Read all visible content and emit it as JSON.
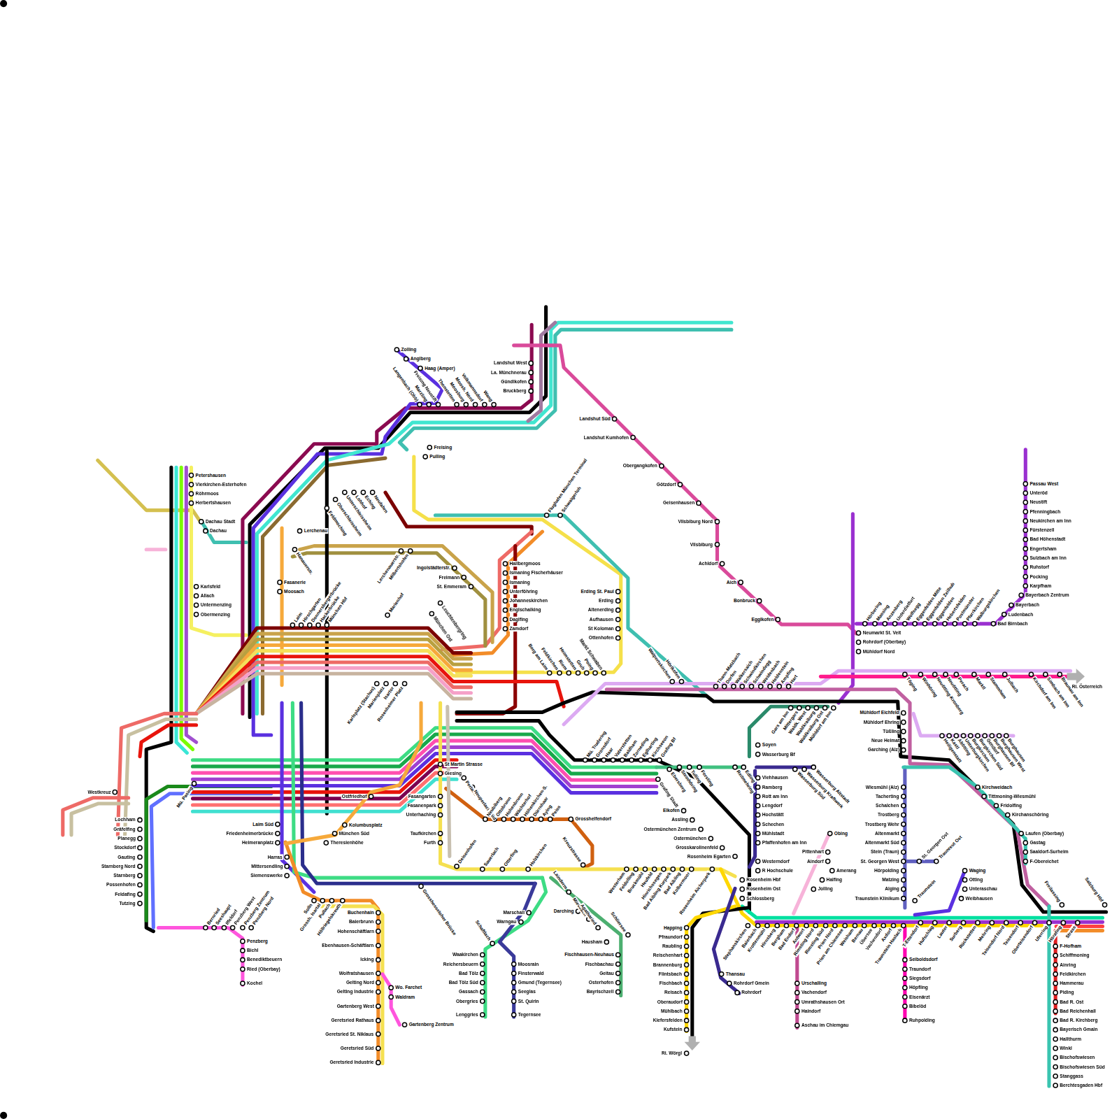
{
  "diagram": {
    "labels": [
      "Zolling",
      "Anglberg",
      "Haag (Amper)",
      "Langenbach (Obb)",
      "Marzling",
      "Freising Neustift",
      "Thonstetten",
      "Moosburg",
      "Moosb. Nord",
      "Volkmannsdorf",
      "Wang",
      "Landshut West",
      "La. Münchnerau",
      "Gündlkofen",
      "Bruckberg",
      "Freising",
      "Pulling",
      "Landshut Süd",
      "Landshut Kumhofen",
      "Obergangkofen",
      "Götzdorf",
      "Geisenhausen",
      "Vilsbiburg Nord",
      "Vilsbiburg",
      "Achldorf",
      "Aich",
      "Bonbruck",
      "Egglkofen",
      "Passau West",
      "Unteröd",
      "Neustift",
      "Pfenningbach",
      "Neukirchen am Inn",
      "Fürstenzell",
      "Bad Höhenstadt",
      "Engertsham",
      "Sulzbach am Inn",
      "Ruhstorf",
      "Pocking",
      "Karpfham",
      "Bayerbach Zentrum",
      "Bayerbach",
      "Ludenbach",
      "Bad Birnbach",
      "Hörbering",
      "Massing",
      "Anzenberg",
      "Unterdietfurt",
      "Wolfsegg",
      "Eggenfelden Mitte",
      "Eggenfelden Zeilhub",
      "Eggenfelden",
      "Hebertsfelden",
      "Postmünster",
      "Pfarrkirchen",
      "Walburgskirchen",
      "Neumarkt St. Veit",
      "Rohrdorf (Oberbay)",
      "Mühldorf Nord",
      "Töging",
      "Winhöring",
      "Neuötting-Kronberg",
      "Neuötting",
      "Perach",
      "Marktl",
      "Stammham",
      "Julbach",
      "Kirchdorf am Inn",
      "Simbach am Inn",
      "Braunau am Inn",
      "Ri. Österreich",
      "Heiligenstatt",
      "Kastl",
      "Altötting",
      "Unterburgkirchen",
      "Burgkirchen",
      "Burgkirchen Süd",
      "Gendorf",
      "Burghausen Bf",
      "Burghausen West",
      "Burghausen",
      "Mühldorf Eichfeld",
      "Mühldorf Ehring",
      "Tüßling",
      "Neue Heimat",
      "Garching (Alz)",
      "Wiesmühl (Alz)",
      "Tacherting",
      "Schalchen",
      "Trostberg",
      "Trostberg Wehr",
      "Altenmarkt",
      "Altenmarkt Süd",
      "Stein (Traun)",
      "St. Georgen West",
      "Hörpolding",
      "Matzing",
      "Alging",
      "Traunstein Klinikum",
      "St. Georgen Ost",
      "Traunreut Ost",
      "Waging",
      "Otting",
      "Unteraschau",
      "Weibhausen",
      "Traunstein",
      "Kirchweidach",
      "Tittmoning-Wiesmühl",
      "Fridolfing",
      "Kirchanschöring",
      "Laufen (Oberbay)",
      "Gastag",
      "Saaldorf-Surheim",
      "F-Obereichet",
      "F-Hofham",
      "Schiffmoning",
      "Ainring",
      "Feldkirchen",
      "Hammerau",
      "Piding",
      "Bad R. Ost",
      "Bad Reichenhall",
      "Bad R. Kirchberg",
      "Bayerisch Gmain",
      "Hallthurm",
      "Winkl",
      "Bischofswiesen",
      "Bischofswiesen Süd",
      "Stanggass",
      "Berchtesgaden Hbf",
      "Freilassing",
      "Salzburg Hbf",
      "T-Ettendorf",
      "Hufschlag",
      "Lauter",
      "Surberg",
      "Rückstetten",
      "Mehring",
      "Teisendorf Nord",
      "Teisendorf",
      "Oberteisendorf",
      "Uferring",
      "Hörafing",
      "Strass",
      "Stephanskirchen",
      "Baierbach",
      "Krottenmühl",
      "Hirnsberg",
      "Bergham",
      "Bad Endorf",
      "Antwort",
      "Rimsting Nord",
      "Rimsting Süd",
      "Prien Nord",
      "Prien am Chiemsee",
      "Weisham",
      "Bernau",
      "Übersee",
      "Vachendorf",
      "Axdorf",
      "Traunstein Haslach",
      "Urschalling",
      "Vachendorf",
      "Umrathshausen Ort",
      "Haindorf",
      "Aschau im Chiemgau",
      "Seiboldsdorf",
      "Traundorf",
      "Siegsdorf",
      "Höpfling",
      "Eisenärzt",
      "Bibelöd",
      "Ruhpolding",
      "Obing",
      "Pittenhart",
      "Aindorf",
      "Amerang",
      "Halfing",
      "Jolling",
      "Soyen",
      "Wasserburg Bf",
      "Viehhausen",
      "Ramberg",
      "Rott am Inn",
      "Lengdorf",
      "Hochstätt",
      "Schechen",
      "Mühlstadt",
      "Pfaffenhofen am Inn",
      "Westerndorf",
      "R Hochschule",
      "Rosenheim Hbf",
      "Rosenheim Ost",
      "Schlossberg",
      "Wasserburg Süd",
      "Wasserburg Kraftwerk",
      "Wasserburg Altstadt",
      "Walpertskirchen",
      "Hörlkofen",
      "Thann-Matzbach",
      "Dorfen",
      "Walkersaich",
      "Schwindkirchen",
      "Schwindegg",
      "Weidenbach",
      "Heldenstein",
      "Ampfing",
      "Hart",
      "Gars am Inn",
      "Mittergars",
      "Waldk. West",
      "Waldkraiburg",
      "Waldkraiburg Ost",
      "Mühldorf am Inn",
      "Mü. Trudering",
      "Gronsdorf",
      "Haar",
      "Vaterstetten",
      "Baldham",
      "Zorneding",
      "Eglharting",
      "Kirchseeon",
      "Grafing Bf",
      "Grafing Stadt",
      "Ebersberg",
      "Steinhöring",
      "Tulling",
      "Forsting",
      "Reitmehring",
      "Edling",
      "Elkofen",
      "Assling",
      "Ostermünchen Zentrum",
      "Ostermünchen",
      "Grosskarolinenfeld",
      "Rosenheim Egarten",
      "Westerham",
      "Feldolling",
      "Bruckmühl",
      "Heufeld",
      "Hinrichssegen",
      "Bad Aibling Kurpark",
      "Bad Aibling",
      "Kolbermoor",
      "Rosenheim Aicherpark",
      "Happing",
      "Pfraundorf",
      "Raubling",
      "Reischenhart",
      "Brannenburg",
      "Flintsbach",
      "Fischbach",
      "Reisach",
      "Oberaudorf",
      "Mühlbach",
      "Kiefersfelden",
      "Kufstein",
      "Ri. Wörgl",
      "Thansau",
      "Rohrdorf Gmein",
      "Rohrdorf",
      "Fischhausen-Neuhaus",
      "Fischbachau",
      "Geitau",
      "Osterhofen",
      "Bayrischzell",
      "Lainderm",
      "Miesbach",
      "Agatharied",
      "Schliersee",
      "Darching",
      "Hausham",
      "Waakirchen",
      "Reichersbeuern",
      "Bad Tölz",
      "Bad Tölz Süd",
      "Gassach",
      "Obergries",
      "Lenggries",
      "Moosrain",
      "Finsterwald",
      "Gmund (Tegernsee)",
      "Seeglas",
      "St. Quirin",
      "Tegernsee",
      "Marschall",
      "Warngau",
      "Schaftlach",
      "Deisenhofen",
      "Sauerlach",
      "Otterfing",
      "Holzkirchen",
      "Grosshesseloher Brücke",
      "St Martin Strasse",
      "Giesing",
      "Fasangarten",
      "Fasanenpark",
      "Unterhaching",
      "Taufkirchen",
      "Furth",
      "Perlach",
      "Neuperlach Süd",
      "Neubiberg",
      "Ottobrunn",
      "Hohenbrunn",
      "Wächterhof",
      "Höhenkirchen-S.",
      "Dürrnhaar",
      "Aying",
      "Peiss",
      "Grosshelfendorf",
      "Kreuzstrasse",
      "Buchenhain",
      "Baierbrunn",
      "Hohenschäftlarn",
      "Ebenhausen-Schäftlarn",
      "Icking",
      "Wolfratshausen",
      "Gelting Nord",
      "Gelting Industrie",
      "Gartenberg West",
      "Geretsried Rathaus",
      "Geretsried St. Niklaus",
      "Geretsried Süd",
      "Geretsried Industrie",
      "Wo. Farchet",
      "Waldram",
      "Gartenberg Zentrum",
      "Solln",
      "Grossh. Isartal",
      "Pullach",
      "Höllriegelskreuth",
      "Penzberg",
      "Bichl",
      "Benediktbeuern",
      "Ried (Oberbay)",
      "Kochel",
      "Bernried",
      "Seeshaupt",
      "Iffeldorf",
      "Penzberg West",
      "Penzberg Zentrum",
      "Penzberg Nord",
      "Westkreuz",
      "Lochham",
      "Gräfelfing",
      "Planegg",
      "Stockdorf",
      "Gauting",
      "Starnberg Nord",
      "Starnberg",
      "Possenhofen",
      "Feldafing",
      "Tutzing",
      "Mü. Pasing",
      "Laim Süd",
      "Friedenheimerbrücke",
      "Heimeranplatz",
      "Harras",
      "Mittersendling",
      "Siemenswerke",
      "Kolumbusplatz",
      "München Süd",
      "Theresienhöhe",
      "Ostfriedhof",
      "Petershausen",
      "Vierkirchen-Esterhofen",
      "Röhrmoos",
      "Herbertshausen",
      "Dachau Stadt",
      "Dachau",
      "Karlsfeld",
      "Allach",
      "Untermenzing",
      "Obermenzing",
      "Fasanerie",
      "Moosach",
      "Lerchenau",
      "Hanauerstr.",
      "Feldmoching",
      "Oberschleissheim",
      "Unterschleissheim",
      "Lohhof",
      "Eching",
      "Neufahrn",
      "Lerchenauerstr.",
      "Milbertshofen",
      "Ingolstädterstr.",
      "Freimann",
      "St. Emmeram",
      "Hallbergmoos",
      "Ismaning Fischerhäuser",
      "Ismaning",
      "Unterföhring",
      "Johanneskirchen",
      "Englschalking",
      "Daglfing",
      "Zamdorf",
      "Flughafen München Terminal",
      "Schwaigerloh",
      "Erding St. Paul",
      "Erding",
      "Altenerding",
      "Aufhausen",
      "St Koloman",
      "Ottenhofen",
      "Berg am Laim",
      "Feldkirchen",
      "Riem",
      "Heimstetten",
      "Grub",
      "Poing",
      "Markt Schwaben",
      "Laim",
      "Hirschgarten",
      "Donnersbergerbrücke",
      "Hackerbrücke",
      "München Hbf",
      "Karlsplatz (Stachus)",
      "Marienplatz",
      "Isartor",
      "Rosenheimer Platz",
      "Marienhof",
      "Leuchtenbergring",
      "München Ost"
    ]
  }
}
